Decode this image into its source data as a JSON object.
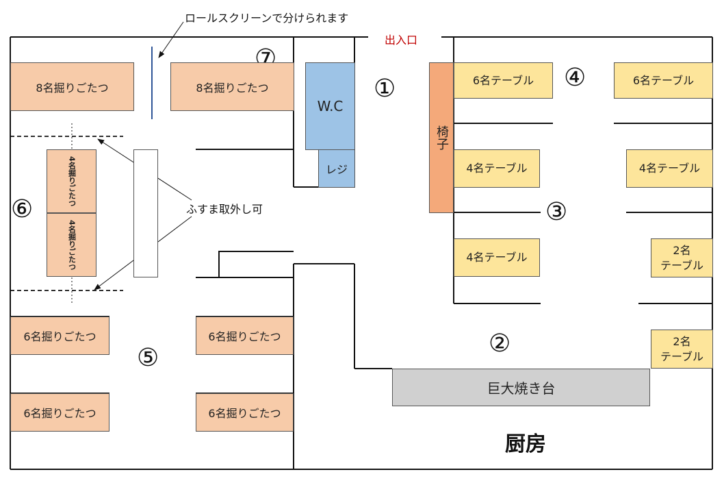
{
  "entrance": "出入口",
  "annotations": {
    "roll_screen": "ロールスクリーンで分けられます",
    "fusuma": "ふすま取外し可"
  },
  "rooms": {
    "wc": "W.C",
    "register": "レジ",
    "chair": "椅子",
    "grill": "巨大焼き台",
    "kitchen": "厨房"
  },
  "zones": {
    "z1": "①",
    "z2": "②",
    "z3": "③",
    "z4": "④",
    "z5": "⑤",
    "z6": "⑥",
    "z7": "⑦"
  },
  "tables": {
    "horigotatsu_8_a": "8名掘りごたつ",
    "horigotatsu_8_b": "8名掘りごたつ",
    "horigotatsu_4_a": "4名掘りごたつ",
    "horigotatsu_4_b": "4名掘りごたつ",
    "horigotatsu_6_a": "6名掘りごたつ",
    "horigotatsu_6_b": "6名掘りごたつ",
    "horigotatsu_6_c": "6名掘りごたつ",
    "horigotatsu_6_d": "6名掘りごたつ",
    "table_6_a": "6名テーブル",
    "table_6_b": "6名テーブル",
    "table_4_a": "4名テーブル",
    "table_4_b": "4名テーブル",
    "table_4_c": "4名テーブル",
    "table_2_a_line1": "2名",
    "table_2_a_line2": "テーブル",
    "table_2_b_line1": "2名",
    "table_2_b_line2": "テーブル"
  },
  "colors": {
    "horigotatsu": "#f7cba9",
    "table": "#fde59b",
    "wc": "#9dc3e6",
    "chair": "#f4a97a",
    "grill": "#d0d0d0",
    "entrance_text": "#c00000",
    "screen_line": "#2f5597"
  }
}
